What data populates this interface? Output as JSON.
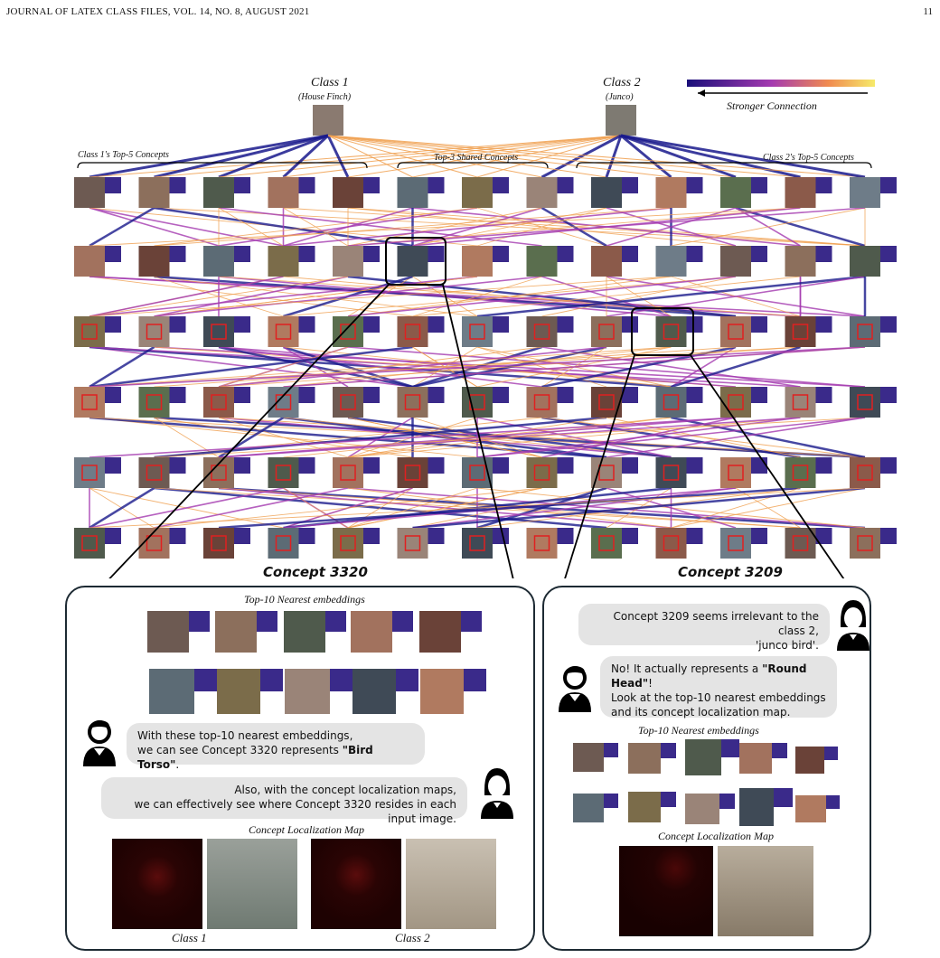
{
  "header": {
    "left": "JOURNAL OF LATEX CLASS FILES, VOL. 14, NO. 8, AUGUST 2021",
    "right": "11"
  },
  "figure": {
    "class1_title": "Class 1",
    "class1_sub": "(House Finch)",
    "class2_title": "Class 2",
    "class2_sub": "(Junco)",
    "legend_label": "Stronger Connection",
    "group_class1": "Class 1's Top-5 Concepts",
    "group_shared": "Top-3 Shared Concepts",
    "group_class2": "Class 2's Top-5 Concepts",
    "concept_left_title": "Concept 3320",
    "concept_right_title": "Concept 3209",
    "colors": {
      "strong": "#1a1a8c",
      "medium": "#a43ab0",
      "weak": "#f0a050",
      "panel_border": "#1d2a33",
      "bubble": "#e4e4e4"
    }
  },
  "left_panel": {
    "nearest_title": "Top-10 Nearest embeddings",
    "student_line1": "With these top-10 nearest embeddings,",
    "student_line2_pre": "we can see Concept 3320 represents ",
    "student_line2_bold": "\"Bird Torso\"",
    "student_line2_post": ".",
    "teacher_line1": "Also, with the concept localization maps,",
    "teacher_line2": "we can effectively see where Concept 3320 resides in each input image.",
    "map_title": "Concept Localization Map",
    "cap_class1": "Class 1",
    "cap_class2": "Class 2"
  },
  "right_panel": {
    "teacher_line1": "Concept 3209 seems irrelevant to the class 2,",
    "teacher_line2": "'junco bird'.",
    "student_line1_pre": "No! It actually represents a ",
    "student_line1_bold": "\"Round Head\"",
    "student_line1_post": "!",
    "student_line2": "Look at the top-10 nearest embeddings",
    "student_line3": "and its concept localization map.",
    "nearest_title": "Top-10 Nearest embeddings",
    "map_title": "Concept Localization Map"
  }
}
